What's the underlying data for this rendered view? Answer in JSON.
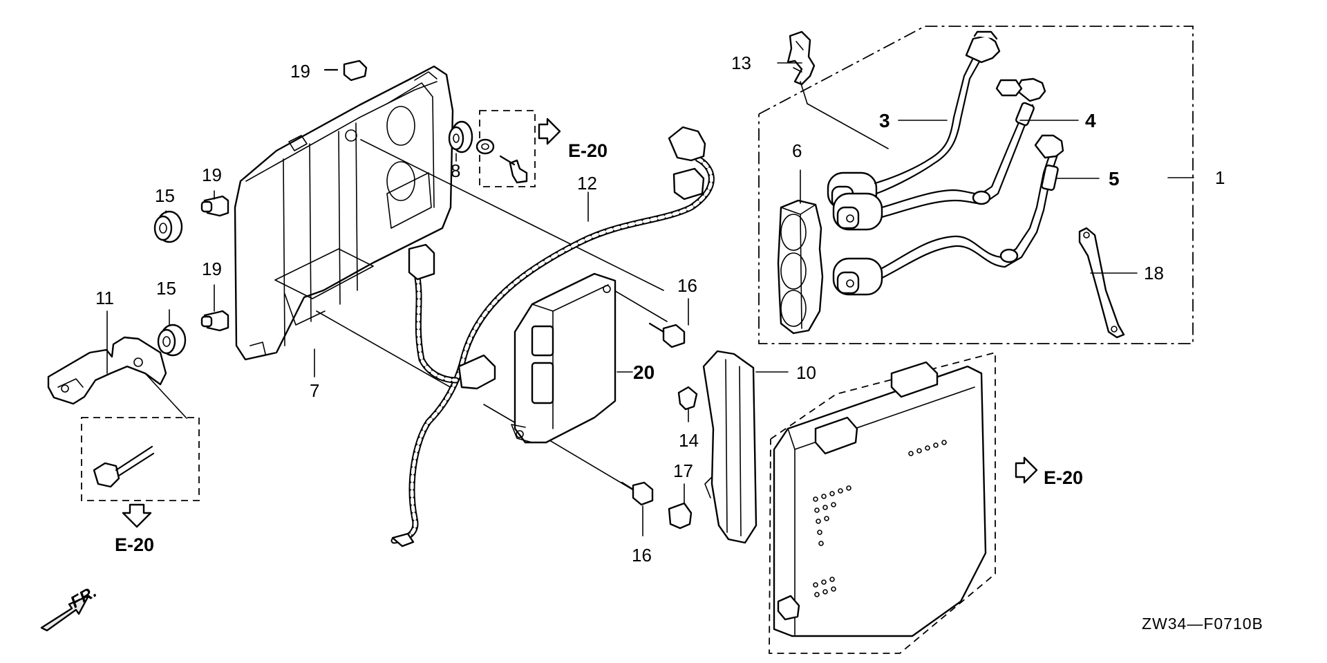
{
  "diagram": {
    "callouts": {
      "c1": "1",
      "c3": "3",
      "c4": "4",
      "c5": "5",
      "c6": "6",
      "c7": "7",
      "c8": "8",
      "c10": "10",
      "c11": "11",
      "c12": "12",
      "c13": "13",
      "c14": "14",
      "c15a": "15",
      "c15b": "15",
      "c16a": "16",
      "c16b": "16",
      "c17": "17",
      "c18": "18",
      "c19a": "19",
      "c19b": "19",
      "c19c": "19",
      "c20": "20"
    },
    "references": {
      "ref_top": "E-20",
      "ref_right": "E-20",
      "ref_bottom_left": "E-20"
    },
    "front_indicator": "FR.",
    "drawing_code": "ZW34—F0710B"
  }
}
